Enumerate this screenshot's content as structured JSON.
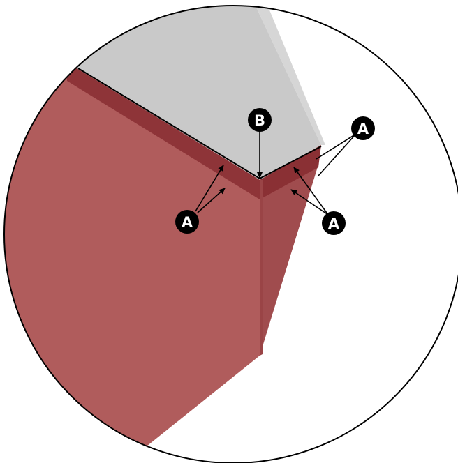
{
  "callouts": {
    "a_top_right": "A",
    "a_mid_right": "A",
    "a_left": "A",
    "b_center": "B"
  },
  "colors": {
    "gray_surface": "#c9c9c9",
    "red_surface": "#b05c5c",
    "red_side": "#a04c4e",
    "red_edge": "#8e3438",
    "callout_fill": "#000000",
    "callout_text": "#ffffff",
    "circle_outline": "#000000"
  }
}
